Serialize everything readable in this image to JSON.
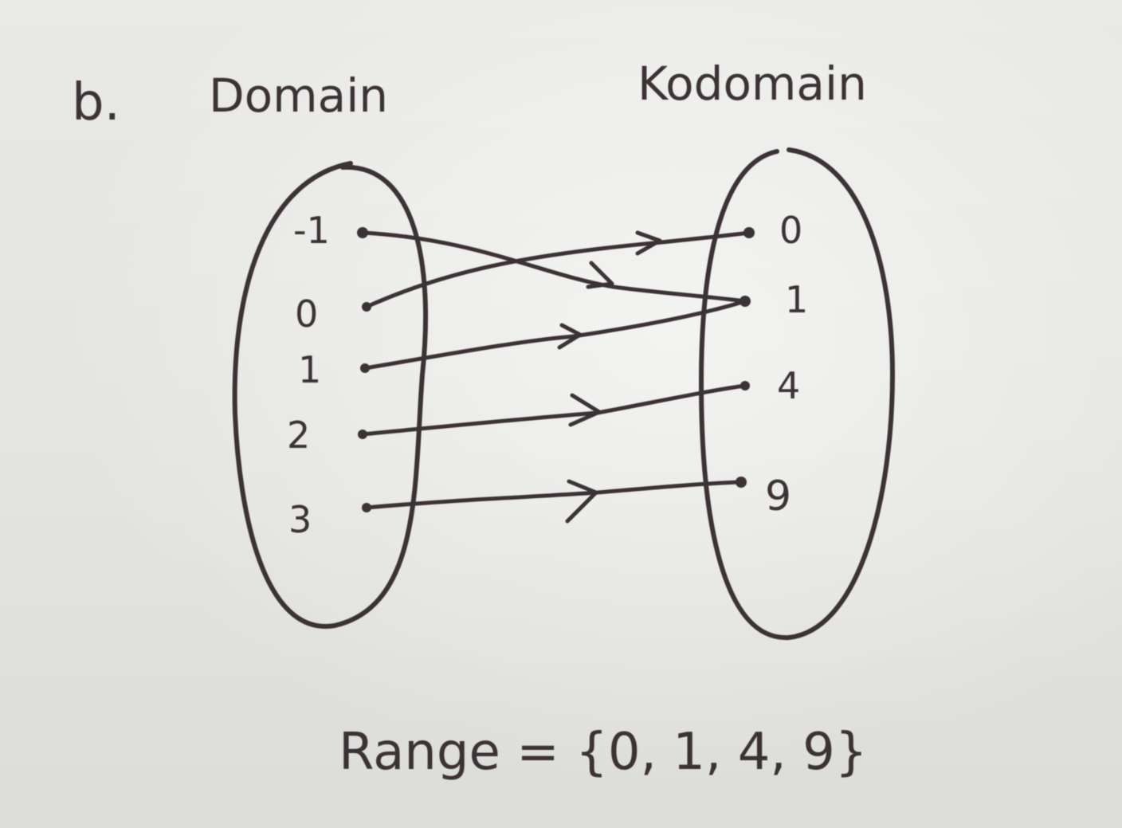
{
  "label": "b.",
  "domain_title": "Domain",
  "codomain_title": "Kodomain",
  "domain_values": [
    "-1",
    "0",
    "1",
    "2",
    "3"
  ],
  "codomain_values": [
    "0",
    "1",
    "4",
    "9"
  ],
  "mapping": [
    {
      "from": "-1",
      "to": "1"
    },
    {
      "from": "0",
      "to": "0"
    },
    {
      "from": "1",
      "to": "1"
    },
    {
      "from": "2",
      "to": "4"
    },
    {
      "from": "3",
      "to": "9"
    }
  ],
  "range_text": "Range = {0, 1, 4, 9}",
  "ink_color": "#3b3236",
  "paper_color": "#e6e6e2"
}
